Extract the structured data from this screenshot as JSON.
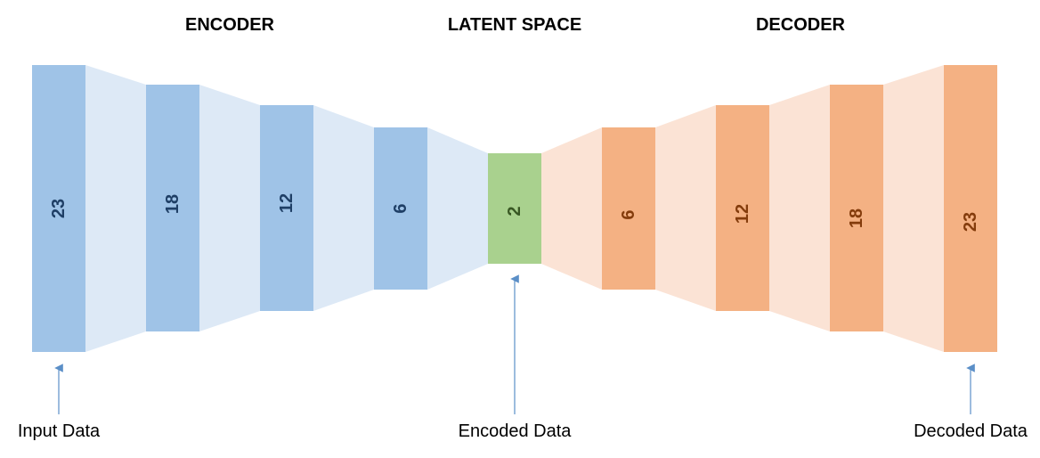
{
  "headers": {
    "encoder": "ENCODER",
    "latent": "LATENT SPACE",
    "decoder": "DECODER"
  },
  "layers": {
    "encoder": [
      "23",
      "18",
      "12",
      "6"
    ],
    "latent": "2",
    "decoder": [
      "6",
      "12",
      "18",
      "23"
    ]
  },
  "captions": {
    "input": "Input Data",
    "encoded": "Encoded Data",
    "decoded": "Decoded Data"
  },
  "colors": {
    "encoder_block": "#9fc3e7",
    "encoder_fan": "#dde9f6",
    "encoder_text": "#1f3f66",
    "latent_block": "#a9d18e",
    "latent_text": "#385723",
    "decoder_block": "#f4b183",
    "decoder_fan": "#fbe3d5",
    "decoder_text": "#843c0c",
    "arrow": "#5b8fc7"
  }
}
